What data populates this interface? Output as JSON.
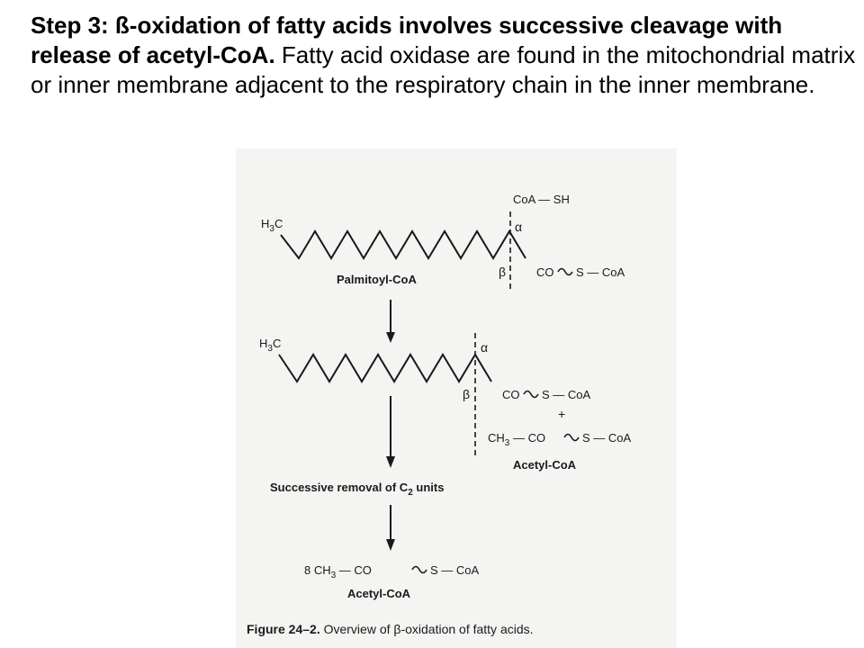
{
  "intro": {
    "bold": "Step 3:  ß-oxidation of fatty acids involves successive cleavage with release of acetyl-CoA.",
    "rest": "  Fatty acid oxidase are found in the mitochondrial matrix or inner membrane adjacent to the respiratory chain in the inner membrane."
  },
  "diagram": {
    "coa_sh": "CoA — SH",
    "h3c": "H",
    "h3c_sub": "3",
    "h3c_tail": "C",
    "alpha": "α",
    "beta": "β",
    "palmitoyl_label": "Palmitoyl-CoA",
    "co_s_coa": "CO",
    "s_coa": "S — CoA",
    "plus": "+",
    "ch": "CH",
    "ch_sub": "3",
    "ch_tail": " — CO",
    "acetyl_label": "Acetyl-CoA",
    "successive_pre": "Successive removal of C",
    "successive_sub": "2",
    "successive_post": " units",
    "product_pre": "8 CH",
    "product_sub": "3",
    "product_mid": " — CO",
    "product_tail": "S — CoA",
    "product_label": "Acetyl-CoA",
    "caption_bold": "Figure 24–2.",
    "caption_text": " Overview of β-oxidation of fatty acids."
  }
}
